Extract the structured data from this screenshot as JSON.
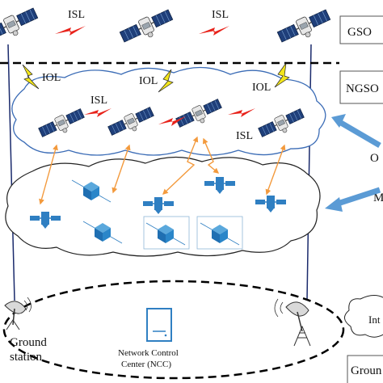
{
  "layers": {
    "gso": "GSO",
    "ngso": "NGSO",
    "o_partial": "O",
    "m_partial": "M",
    "int_partial": "Int",
    "ground_partial": "Groun"
  },
  "links": {
    "isl": "ISL",
    "iol": "IOL"
  },
  "ground": {
    "station_line1": "Ground",
    "station_line2": "station",
    "ncc_line1": "Network Control",
    "ncc_line2": "Center (NCC)"
  },
  "colors": {
    "ink": "#000000",
    "isl_bolt": "#e8231b",
    "iol_bolt": "#f2e51b",
    "arrow": "#5b9bd5",
    "link_orange": "#f39a3d",
    "cloud_edge": "#3b6cb6",
    "sat_blue": "#2f7fc2",
    "panel_dark": "#1f3f7a"
  },
  "icons": {
    "gso_satellite": "satellite-icon",
    "ngso_satellite": "satellite-icon",
    "leo_satellite": "small-satellite-icon",
    "cube_satellite": "cubesat-icon",
    "ground_dish": "dish-antenna-icon",
    "ncc_server": "server-icon"
  }
}
